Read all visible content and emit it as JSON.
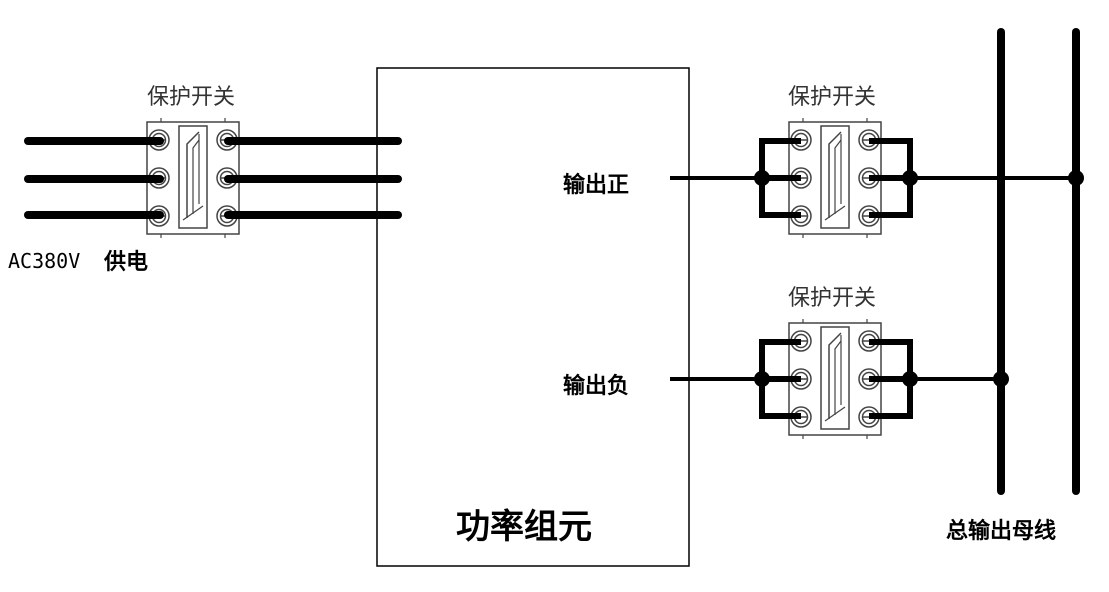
{
  "labels": {
    "switch_top_left": "保护开关",
    "switch_top_right": "保护开关",
    "switch_bottom_right": "保护开关",
    "supply": "AC380V",
    "supply_suffix": "供电",
    "power_unit": "功率组元",
    "output_positive": "输出正",
    "output_negative": "输出负",
    "bus": "总输出母线"
  },
  "colors": {
    "line": "#000000",
    "switch_body": "#444444",
    "background": "#ffffff"
  }
}
